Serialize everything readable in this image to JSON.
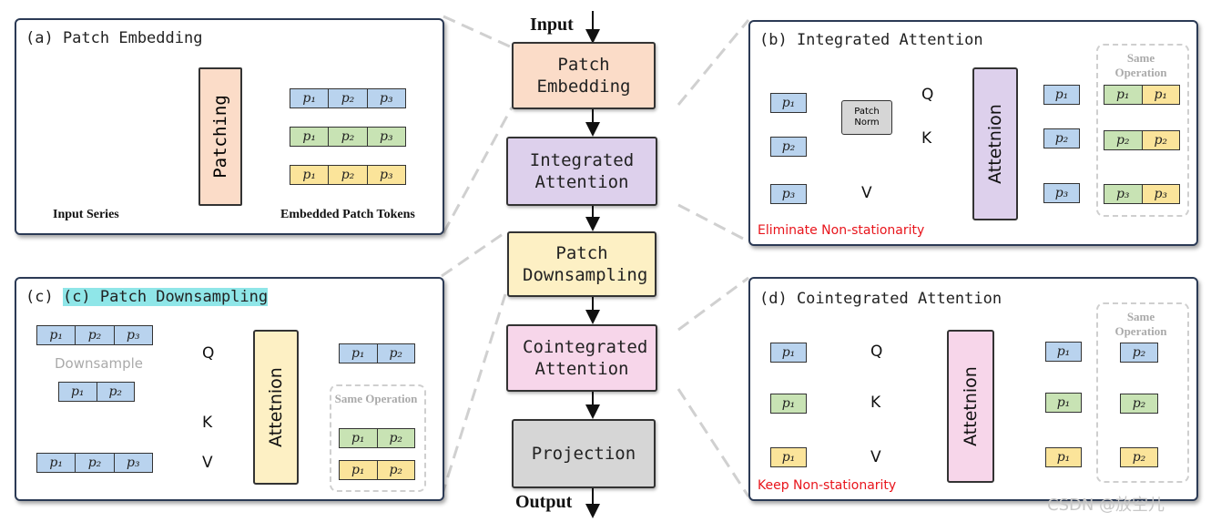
{
  "pipeline": {
    "input": "Input",
    "output": "Output",
    "steps": [
      "Patch Embedding",
      "Integrated Attention",
      "Patch Downsampling",
      "Cointegrated Attention",
      "Projection"
    ]
  },
  "panel_a": {
    "title": "(a) Patch Embedding",
    "patching": "Patching",
    "caption_left": "Input Series",
    "caption_right": "Embedded Patch Tokens"
  },
  "panel_b": {
    "title": "(b) Integrated Attention",
    "patch_norm": "Patch Norm",
    "q": "Q",
    "k": "K",
    "v": "V",
    "attention": "Attetnion",
    "same": "Same Operation",
    "note": "Eliminate Non-stationarity"
  },
  "panel_c": {
    "title": "(c) Patch Downsampling",
    "downsample": "Downsample",
    "q": "Q",
    "k": "K",
    "v": "V",
    "attention": "Attetnion",
    "same": "Same Operation"
  },
  "panel_d": {
    "title": "(d) Cointegrated Attention",
    "q": "Q",
    "k": "K",
    "v": "V",
    "attention": "Attetnion",
    "same": "Same Operation",
    "note": "Keep Non-stationarity"
  },
  "tokens": {
    "p1": "p₁",
    "p2": "p₂",
    "p3": "p₃"
  },
  "watermark": "CSDN @放空儿",
  "colors": {
    "blue": "#b9d3ee",
    "green": "#c8e3b4",
    "yellow": "#fbe49a",
    "red_note": "#e8141b"
  }
}
